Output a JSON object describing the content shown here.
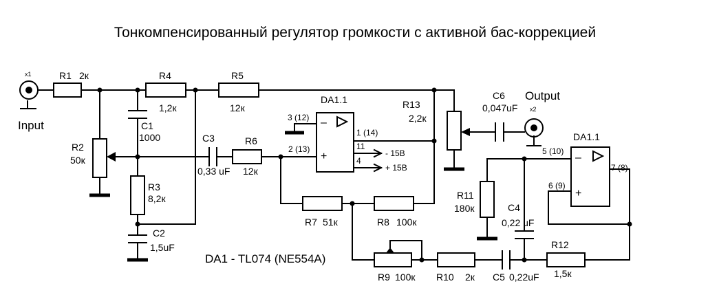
{
  "title": "Тонкомпенсированный регулятор громкости с активной бас-коррекцией",
  "connectors": {
    "x1": {
      "id": "x1",
      "label": "Input"
    },
    "x2": {
      "id": "x2",
      "label": "Output"
    }
  },
  "resistors": {
    "r1": {
      "name": "R1",
      "value": "2к"
    },
    "r2": {
      "name": "R2",
      "value": "50к"
    },
    "r3": {
      "name": "R3",
      "value": "8,2к"
    },
    "r4": {
      "name": "R4",
      "value": "1,2к"
    },
    "r5": {
      "name": "R5",
      "value": "12к"
    },
    "r6": {
      "name": "R6",
      "value": "12к"
    },
    "r7": {
      "name": "R7",
      "value": "51к"
    },
    "r8": {
      "name": "R8",
      "value": "100к"
    },
    "r9": {
      "name": "R9",
      "value": "100к"
    },
    "r10": {
      "name": "R10",
      "value": "2к"
    },
    "r11": {
      "name": "R11",
      "value": "180к"
    },
    "r12": {
      "name": "R12",
      "value": "1,5к"
    },
    "r13": {
      "name": "R13",
      "value": "2,2к"
    }
  },
  "capacitors": {
    "c1": {
      "name": "C1",
      "value": "1000"
    },
    "c2": {
      "name": "C2",
      "value": "1,5uF"
    },
    "c3": {
      "name": "C3",
      "value": "0,33 uF"
    },
    "c4": {
      "name": "C4",
      "value": "0,22 uF"
    },
    "c5": {
      "name": "C5",
      "value": "0,22uF"
    },
    "c6": {
      "name": "C6",
      "value": "0,047uF"
    }
  },
  "opamp1": {
    "name": "DA1.1",
    "pin_inv": "3 (12)",
    "pin_noninv": "2 (13)",
    "pin_out": "1 (14)",
    "pin_11": "11",
    "pin_4": "4",
    "supply_neg": "- 15В",
    "supply_pos": "+ 15В",
    "minus": "–",
    "plus": "+"
  },
  "opamp2": {
    "name": "DA1.1",
    "pin_inv": "5 (10)",
    "pin_noninv": "6 (9)",
    "pin_out": "7 (8)",
    "minus": "–",
    "plus": "+"
  },
  "chip_note": "DA1 - TL074 (NE554A)"
}
